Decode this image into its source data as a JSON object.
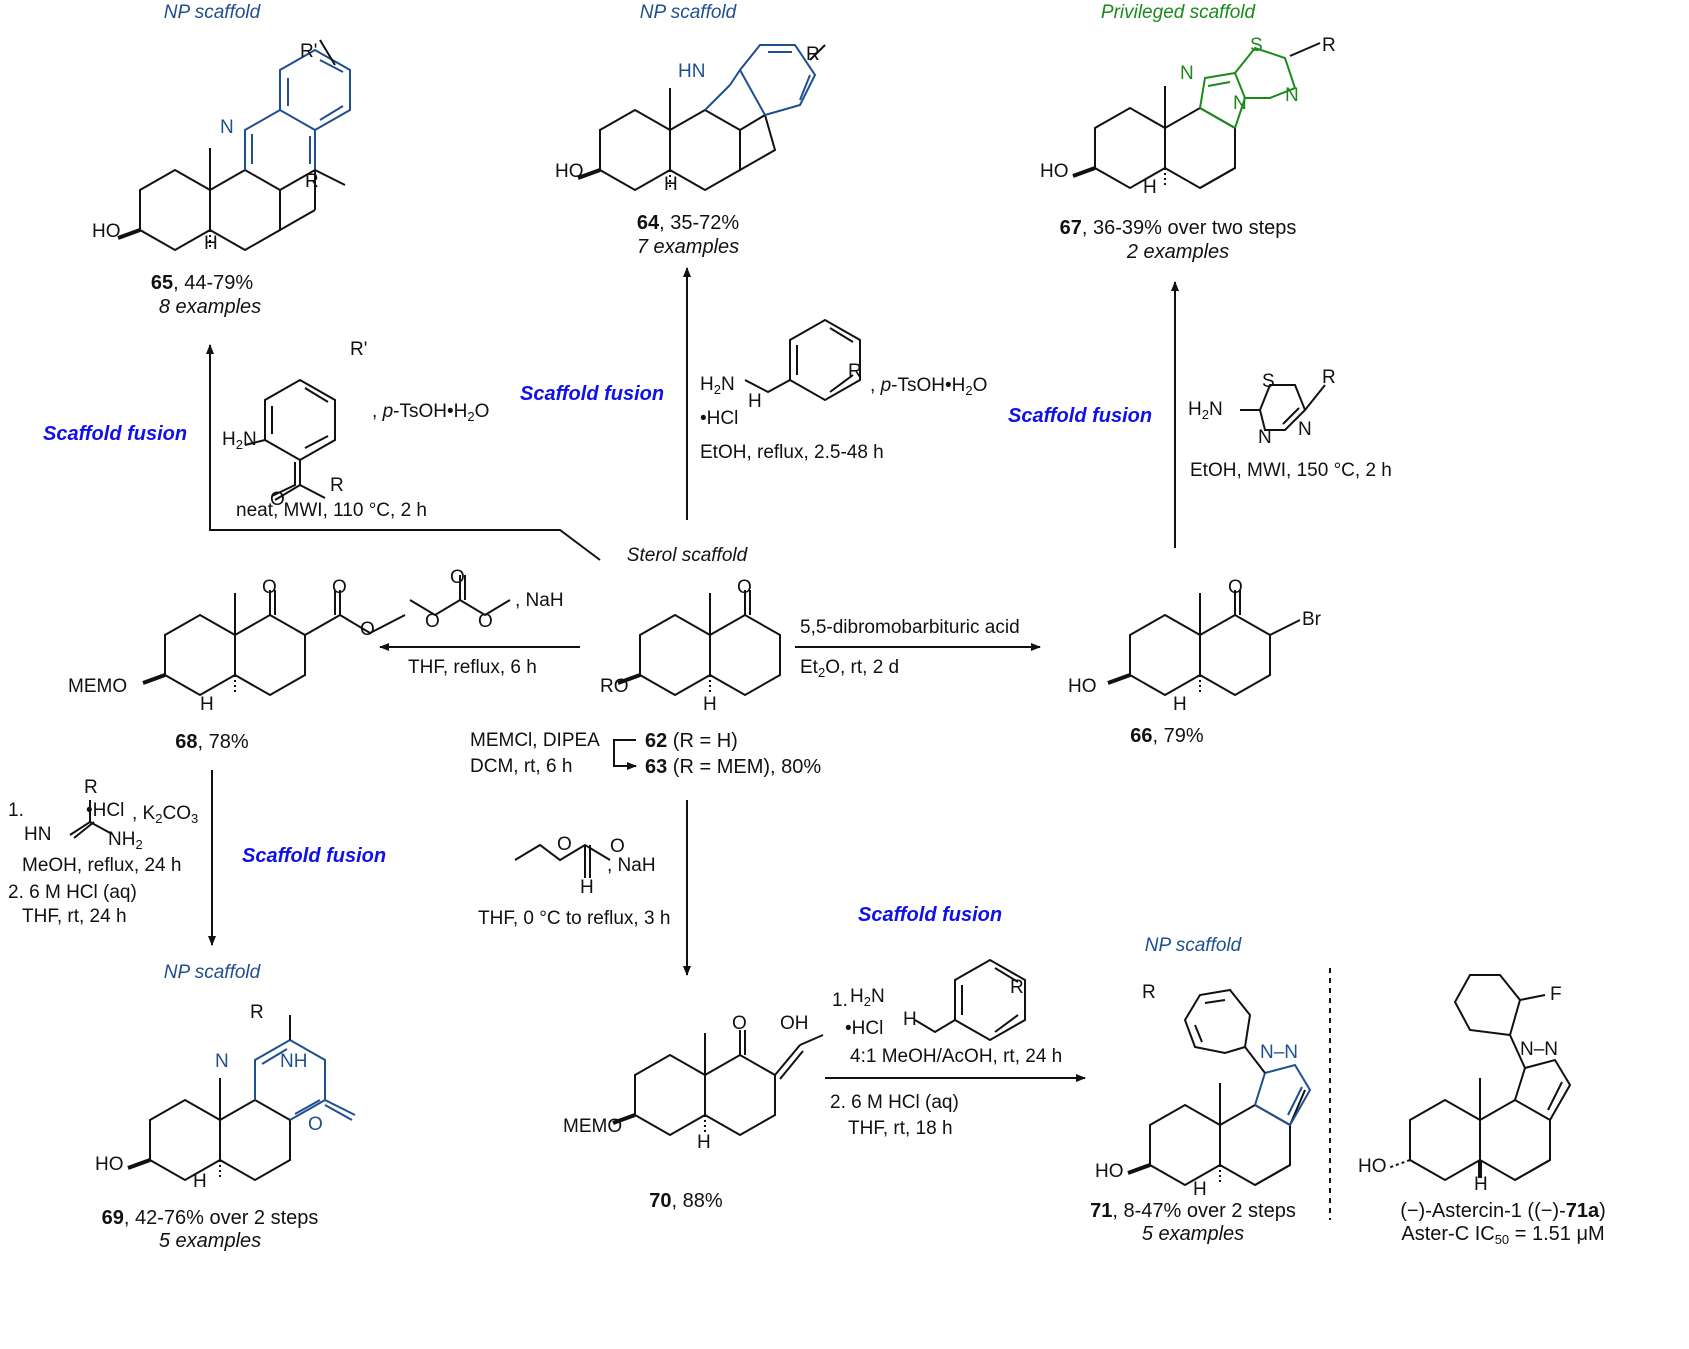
{
  "scaffold_labels": {
    "np": "NP scaffold",
    "privileged": "Privileged scaffold",
    "sterol": "Sterol scaffold",
    "fusion": "Scaffold fusion"
  },
  "compounds": {
    "c65": {
      "num": "65",
      "yield": ", 44-79%",
      "examples": "8 examples"
    },
    "c64": {
      "num": "64",
      "yield": ", 35-72%",
      "examples": "7 examples"
    },
    "c67": {
      "num": "67",
      "yield": ", 36-39% over two steps",
      "examples": "2 examples"
    },
    "c68": {
      "num": "68",
      "yield": ", 78%"
    },
    "c66": {
      "num": "66",
      "yield": ", 79%"
    },
    "c69": {
      "num": "69",
      "yield": ", 42-76% over 2 steps",
      "examples": "5 examples"
    },
    "c70": {
      "num": "70",
      "yield": ", 88%"
    },
    "c71": {
      "num": "71",
      "yield": ", 8-47% over 2 steps",
      "examples": "5 examples"
    },
    "c62": {
      "num": "62",
      "rest": " (R = H)"
    },
    "c63": {
      "num": "63",
      "rest": " (R = MEM), 80%"
    },
    "astercin": {
      "line1_a": "(−)-Astercin-1 ((−)-",
      "line1_num": "71a",
      "line1_b": ")",
      "line2_a": "Aster-C IC",
      "line2_sub": "50",
      "line2_b": " = 1.51 μM"
    }
  },
  "conditions": {
    "to65": {
      "reagent": ", p-TsOH•H2O",
      "cond": "neat, MWI, 110 °C, 2 h"
    },
    "to64": {
      "reagent": ", p-TsOH•H2O",
      "hcl": "•HCl",
      "cond": "EtOH, reflux, 2.5-48 h"
    },
    "to67": {
      "cond": "EtOH, MWI, 150 °C, 2 h"
    },
    "to68": {
      "reagent": ", NaH",
      "cond": "THF, reflux, 6 h"
    },
    "to66": {
      "reagent": "5,5-dibromobarbituric acid",
      "cond": "rt, 2 d"
    },
    "to63": {
      "line1": "MEMCl, DIPEA",
      "line2": "DCM, rt, 6 h"
    },
    "to69": {
      "s1": "1.",
      "hcl": "•HCl",
      "base": ", K2CO3",
      "c1": "MeOH, reflux, 24 h",
      "s2": "2. 6 M HCl (aq)",
      "c2": "THF, rt, 24 h"
    },
    "to70": {
      "reagent": ", NaH",
      "cond": "THF, 0 °C to reflux, 3 h"
    },
    "to71": {
      "s1": "1.",
      "hcl": "•HCl",
      "c1": "4:1 MeOH/AcOH, rt, 24 h",
      "s2": "2. 6 M HCl (aq)",
      "c2": "THF, rt, 18 h"
    }
  },
  "atoms": {
    "HO": "HO",
    "RO": "RO",
    "MEMO": "MEMO",
    "H": "H",
    "O": "O",
    "N": "N",
    "NH": "NH",
    "HN": "HN",
    "S": "S",
    "R": "R",
    "Rp": "R'",
    "Br": "Br",
    "F": "F",
    "OH": "OH",
    "H2N": "H2N",
    "NH2": "NH2",
    "H2NNH": "H2N",
    "NN": "N–N"
  },
  "colors": {
    "fusion": "#1010e8",
    "np": "#1f4f8f",
    "privileged": "#1a8a1a",
    "ink": "#111111"
  }
}
